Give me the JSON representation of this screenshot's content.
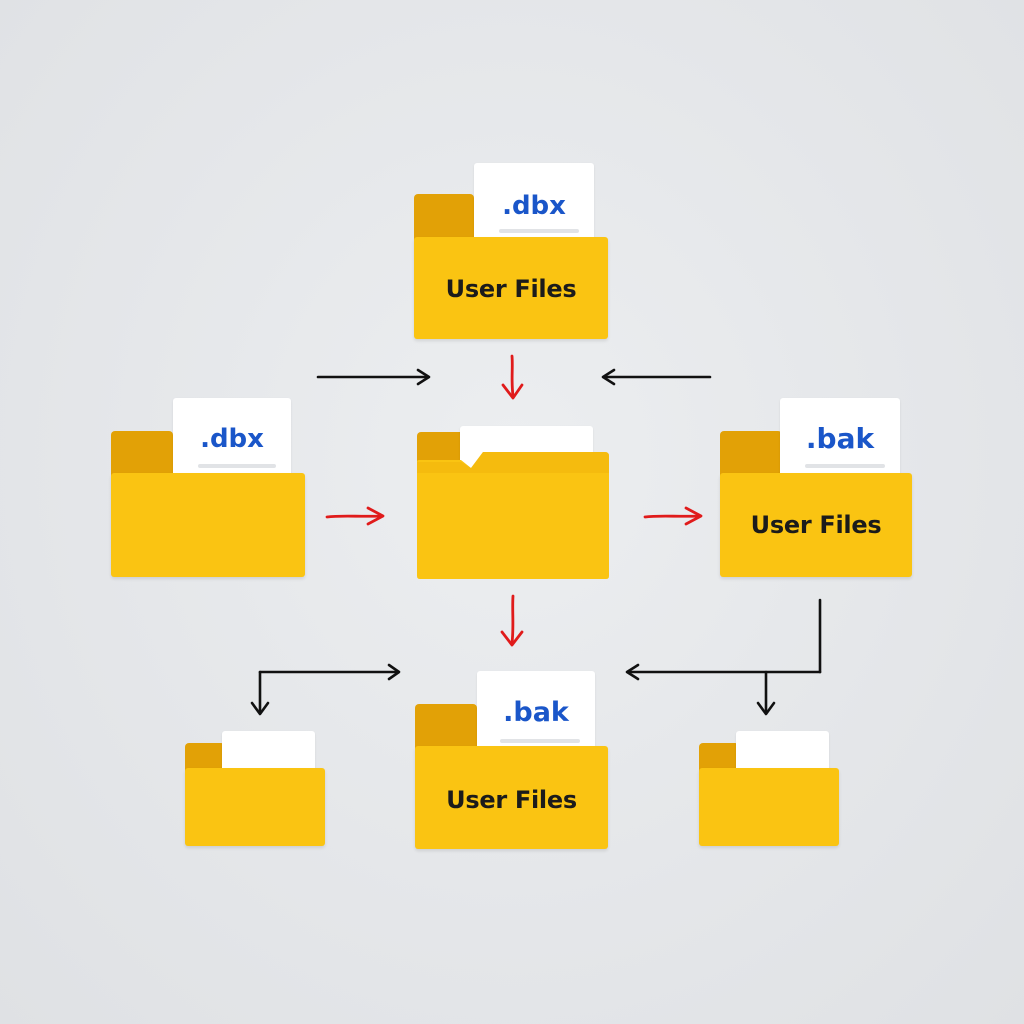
{
  "folders": {
    "top": {
      "extension": ".dbx",
      "label": "User Files"
    },
    "left": {
      "extension": ".dbx"
    },
    "center": {},
    "right": {
      "extension": ".bak",
      "label": "User Files"
    },
    "bottom": {
      "extension": ".bak",
      "label": "User Files"
    },
    "bottom_left": {},
    "bottom_right": {}
  },
  "colors": {
    "folder_front": "#fac412",
    "folder_back": "#e2a106",
    "paper": "#ffffff",
    "extension_text": "#1a56c9",
    "arrow_black": "#111111",
    "arrow_red": "#e01b1b"
  }
}
